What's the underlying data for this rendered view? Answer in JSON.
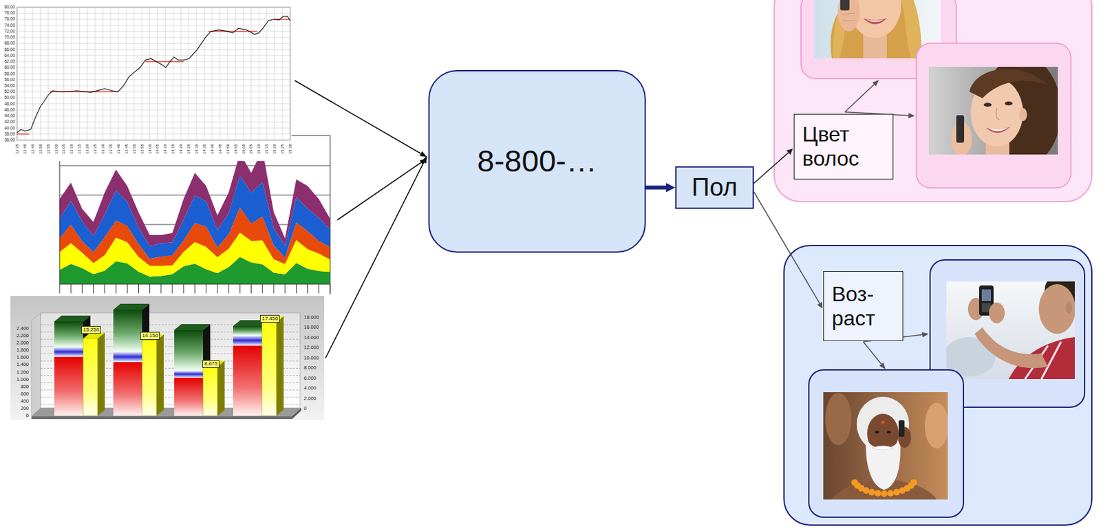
{
  "diagram": {
    "nodes": [
      {
        "text": [
          "8-800-…"
        ]
      },
      {
        "text": [
          "Пол"
        ]
      },
      {
        "text": [
          "Цвет волос"
        ]
      },
      {
        "text": [
          "Воз- раст"
        ]
      }
    ],
    "edges": [
      {
        "from": 0,
        "to": 1,
        "arrow": "to"
      },
      {
        "from": 1,
        "to": 2,
        "arrow": "to"
      },
      {
        "from": 1,
        "to": 3,
        "arrow": "to"
      }
    ],
    "labels": [
      "80,00",
      "78,00",
      "76,00",
      "74,00",
      "72,00",
      "70,00",
      "68,00",
      "66,00",
      "64,00",
      "62,00",
      "60,00",
      "58,00",
      "56,00",
      "54,00",
      "52,00",
      "50,00",
      "48,00",
      "46,00",
      "44,00",
      "42,00",
      "40,00",
      "38,00",
      "36,00",
      "12:35",
      "12:40",
      "12:45",
      "12:50",
      "12:55",
      "13:00",
      "13:05",
      "13:10",
      "13:15",
      "13:20",
      "13:25",
      "13:30",
      "13:35",
      "13:40",
      "13:45",
      "13:50",
      "13:55",
      "14:00",
      "14:05",
      "14:10",
      "14:15",
      "14:20",
      "14:25",
      "14:30",
      "14:35",
      "14:40",
      "14:45",
      "14:50",
      "14:55",
      "15:00",
      "15:05",
      "15:10",
      "15:15",
      "15:20",
      "15:25",
      "15:30",
      "2.400",
      "2.200",
      "2.000",
      "1.800",
      "1.600",
      "1.400",
      "1.200",
      "1.000",
      "800",
      "600",
      "400",
      "200",
      "0",
      "18.000",
      "16.000",
      "14.000",
      "12.000",
      "10.000",
      "8.000",
      "6.000",
      "4.000",
      "2.000",
      "0",
      "15.250",
      "14.150",
      "8.675",
      "17.450"
    ]
  }
}
